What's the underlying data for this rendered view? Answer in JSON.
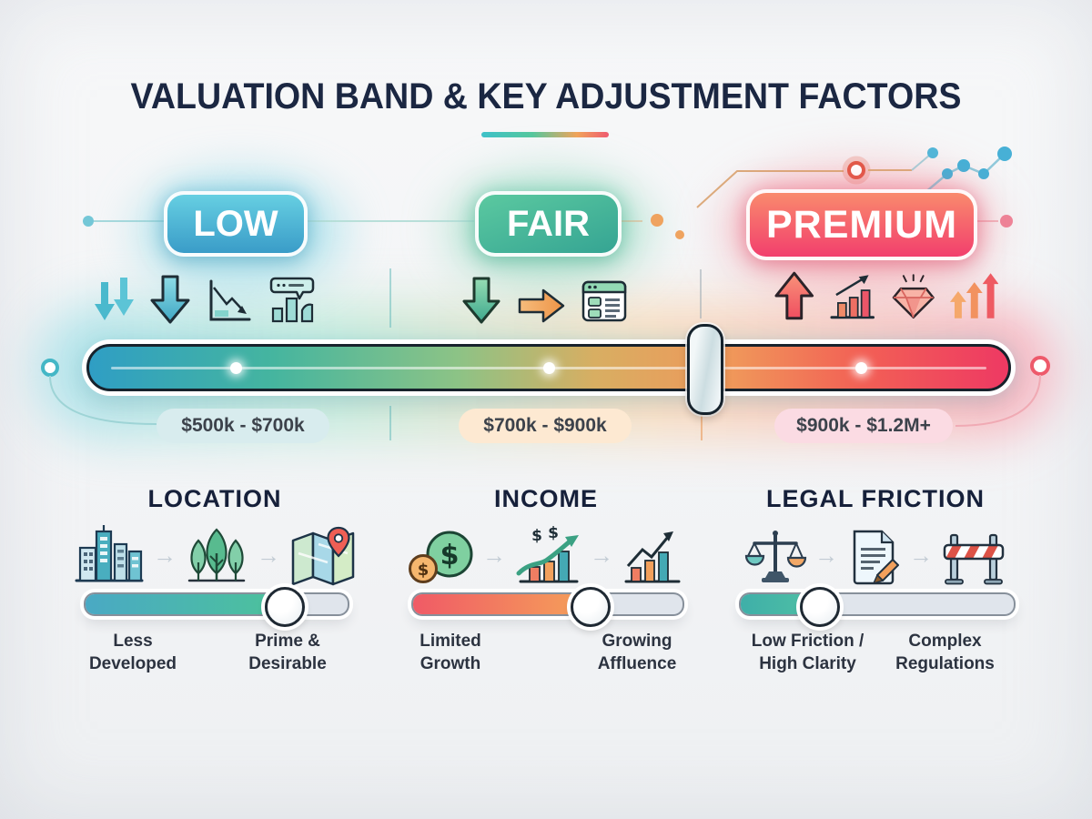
{
  "title": "VALUATION BAND & KEY ADJUSTMENT FACTORS",
  "bands": [
    {
      "label": "LOW",
      "range": "$500k - $700k",
      "icons": [
        "double-down-arrows",
        "down-arrow",
        "declining-line-chart",
        "price-drop-bars"
      ],
      "badge_colors": {
        "top": "#66cfe2",
        "bottom": "#3a9cc8"
      }
    },
    {
      "label": "FAIR",
      "range": "$700k - $900k",
      "icons": [
        "down-arrow",
        "right-arrow",
        "listing-window"
      ],
      "badge_colors": {
        "top": "#5bc9a0",
        "bottom": "#35a493"
      }
    },
    {
      "label": "PREMIUM",
      "range": "$900k - $1.2M+",
      "icons": [
        "up-arrow",
        "rising-bar-chart",
        "diamond",
        "triple-up-arrows"
      ],
      "badge_colors": {
        "top": "#f98a6d",
        "bottom": "#f23f6d"
      }
    }
  ],
  "valuation_slider": {
    "handle_pct": 67,
    "dot_pcts": [
      16,
      50,
      84
    ],
    "gradient": [
      "#2f9ec4",
      "#45b59f",
      "#8cc386",
      "#f0975a",
      "#ee3963"
    ]
  },
  "factors": [
    {
      "title": "LOCATION",
      "icons": [
        "city-buildings",
        "trees",
        "folded-map-pin"
      ],
      "left_label": [
        "Less",
        "Developed"
      ],
      "right_label": [
        "Prime &",
        "Desirable"
      ],
      "fill_pct": 75
    },
    {
      "title": "INCOME",
      "icons": [
        "dollar-coins",
        "dollar-growth-bars",
        "trend-bar-chart"
      ],
      "left_label": [
        "Limited",
        "Growth"
      ],
      "right_label": [
        "Growing",
        "Affluence"
      ],
      "fill_pct": 65
    },
    {
      "title": "LEGAL FRICTION",
      "icons": [
        "justice-scales",
        "document-pencil",
        "road-barrier"
      ],
      "left_label": [
        "Low Friction /",
        "High Clarity"
      ],
      "right_label": [
        "Complex",
        "Regulations"
      ],
      "fill_pct": 28
    }
  ],
  "icon_glyphs": {
    "coin_large": "$",
    "coin_small": "$",
    "chart_dollar_1": "$",
    "chart_dollar_2": "$"
  },
  "colors": {
    "title_text": "#1b2742",
    "pill_low_bg": "#d8ecee",
    "pill_fair_bg": "#fde9d2",
    "pill_premium_bg": "#fbdbe3",
    "bar_border": "#17222c",
    "decor_teal": "#74c7d7",
    "decor_orange": "#efa35f",
    "decor_blue": "#47b0d6",
    "decor_pink": "#ee8397"
  }
}
